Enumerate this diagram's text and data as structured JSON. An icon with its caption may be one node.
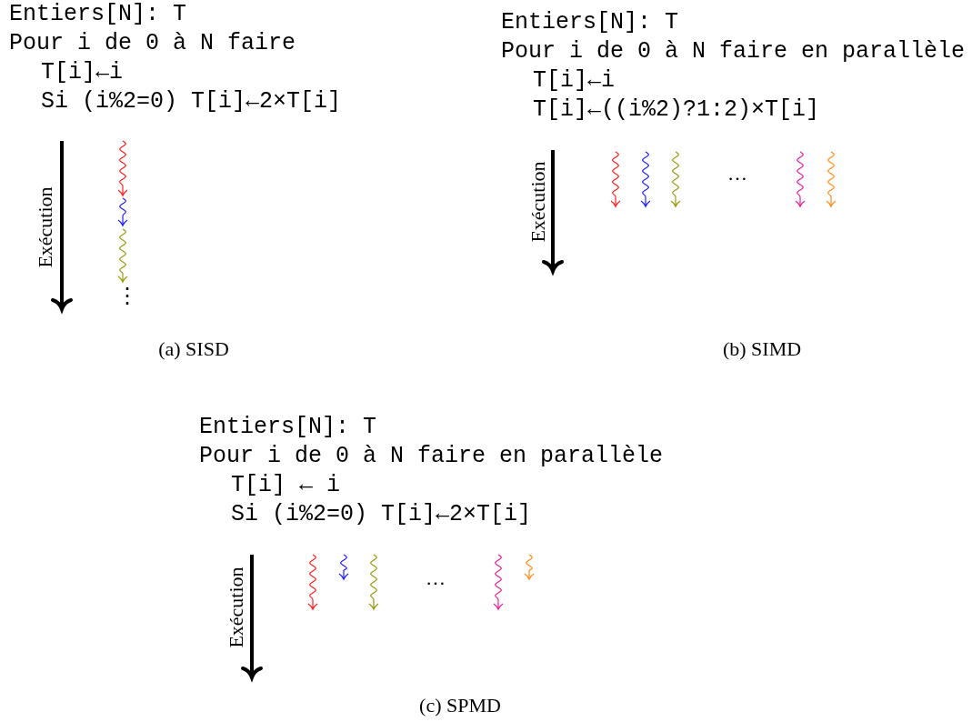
{
  "diagram": {
    "labels": [
      "Entiers[N]: T",
      "Pour i de 0 à N faire",
      "T[i]←i",
      "Si (i%2=0) T[i]←2×T[i]",
      "Exécution",
      "⋮",
      "(a) SISD",
      "Entiers[N]: T",
      "Pour i de 0 à N faire en parallèle",
      "T[i]←i",
      "T[i]←((i%2)?1:2)×T[i]",
      "Exécution",
      "…",
      "(b) SIMD",
      "Entiers[N]: T",
      "Pour i de 0 à N faire en parallèle",
      "T[i] ← i",
      "Si (i%2=0) T[i]←2×T[i]",
      "Exécution",
      "…",
      "(c) SPMD"
    ]
  }
}
